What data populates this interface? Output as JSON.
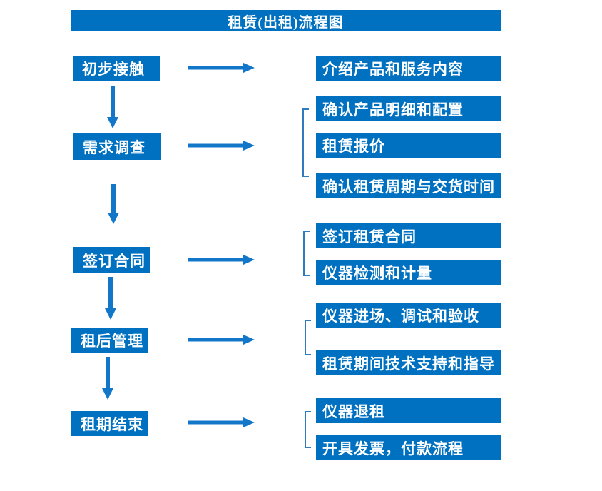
{
  "title": "租赁(出租)流程图",
  "colors": {
    "box_blue": "#0070C0",
    "arrow_blue": "#1377C9",
    "bracket_blue": "#2E7BBE",
    "text": "#FFFFFF"
  },
  "steps": [
    {
      "label": "初步接触",
      "details": [
        "介绍产品和服务内容"
      ]
    },
    {
      "label": "需求调查",
      "details": [
        "确认产品明细和配置",
        "租赁报价",
        "确认租赁周期与交货时间"
      ]
    },
    {
      "label": "签订合同",
      "details": [
        "签订租赁合同",
        "仪器检测和计量"
      ]
    },
    {
      "label": "租后管理",
      "details": [
        "仪器进场、调试和验收",
        "租赁期间技术支持和指导"
      ]
    },
    {
      "label": "租期结束",
      "details": [
        "仪器退租",
        "开具发票，付款流程"
      ]
    }
  ]
}
